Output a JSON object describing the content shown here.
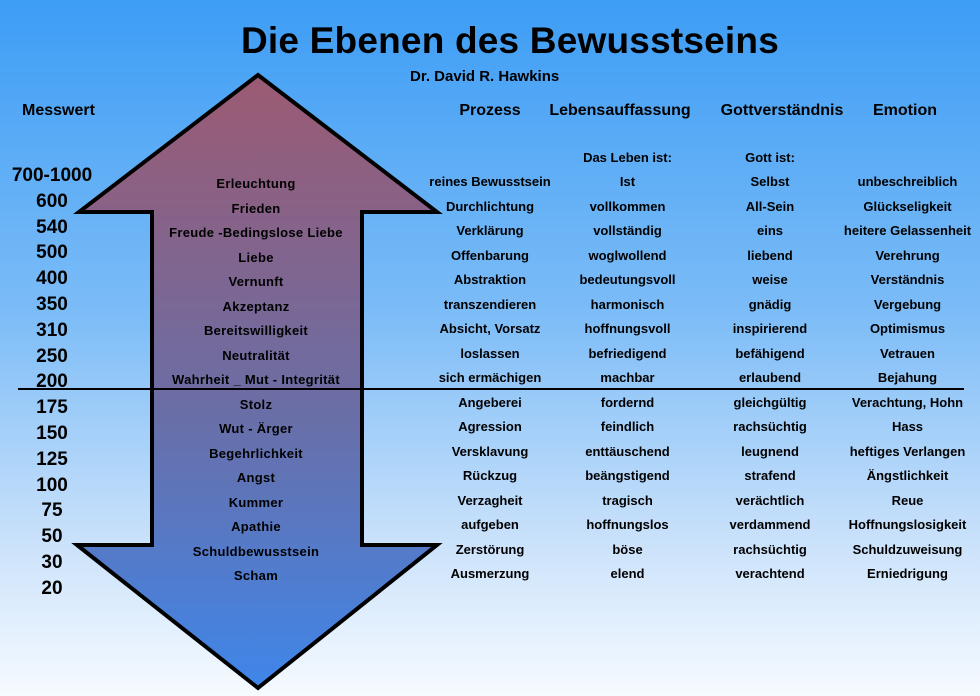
{
  "title": "Die Ebenen des Bewusstseins",
  "author": "Dr. David R. Hawkins",
  "headers": {
    "messwert": "Messwert",
    "prozess": "Prozess",
    "lebensauffassung": "Lebensauffassung",
    "gottverstaendnis": "Gottverständnis",
    "emotion": "Emotion"
  },
  "subheaders": {
    "leben": "Das Leben ist:",
    "gott": "Gott ist:"
  },
  "messwerte": [
    "700-1000",
    "600",
    "540",
    "500",
    "400",
    "350",
    "310",
    "250",
    "200",
    "175",
    "150",
    "125",
    "100",
    "75",
    "50",
    "30",
    "20"
  ],
  "levels": [
    "Erleuchtung",
    "Frieden",
    "Freude -Bedingslose Liebe",
    "Liebe",
    "Vernunft",
    "Akzeptanz",
    "Bereitswilligkeit",
    "Neutralität",
    "Wahrheit _ Mut - Integrität",
    "Stolz",
    "Wut - Ärger",
    "Begehrlichkeit",
    "Angst",
    "Kummer",
    "Apathie",
    "Schuldbewusstsein",
    "Scham"
  ],
  "rows": [
    {
      "prozess": "reines Bewusstsein",
      "leben": "Ist",
      "gott": "Selbst",
      "emotion": "unbeschreiblich"
    },
    {
      "prozess": "Durchlichtung",
      "leben": "vollkommen",
      "gott": "All-Sein",
      "emotion": "Glückseligkeit"
    },
    {
      "prozess": "Verklärung",
      "leben": "vollständig",
      "gott": "eins",
      "emotion": "heitere Gelassenheit"
    },
    {
      "prozess": "Offenbarung",
      "leben": "woglwollend",
      "gott": "liebend",
      "emotion": "Verehrung"
    },
    {
      "prozess": "Abstraktion",
      "leben": "bedeutungsvoll",
      "gott": "weise",
      "emotion": "Verständnis"
    },
    {
      "prozess": "transzendieren",
      "leben": "harmonisch",
      "gott": "gnädig",
      "emotion": "Vergebung"
    },
    {
      "prozess": "Absicht, Vorsatz",
      "leben": "hoffnungsvoll",
      "gott": "inspirierend",
      "emotion": "Optimismus"
    },
    {
      "prozess": "loslassen",
      "leben": "befriedigend",
      "gott": "befähigend",
      "emotion": "Vetrauen"
    },
    {
      "prozess": "sich ermächigen",
      "leben": "machbar",
      "gott": "erlaubend",
      "emotion": "Bejahung"
    },
    {
      "prozess": "Angeberei",
      "leben": "fordernd",
      "gott": "gleichgültig",
      "emotion": "Verachtung, Hohn"
    },
    {
      "prozess": "Agression",
      "leben": "feindlich",
      "gott": "rachsüchtig",
      "emotion": "Hass"
    },
    {
      "prozess": "Versklavung",
      "leben": "enttäuschend",
      "gott": "leugnend",
      "emotion": "heftiges Verlangen"
    },
    {
      "prozess": "Rückzug",
      "leben": "beängstigend",
      "gott": "strafend",
      "emotion": "Ängstlichkeit"
    },
    {
      "prozess": "Verzagheit",
      "leben": "tragisch",
      "gott": "verächtlich",
      "emotion": "Reue"
    },
    {
      "prozess": "aufgeben",
      "leben": "hoffnungslos",
      "gott": "verdammend",
      "emotion": "Hoffnungslosigkeit"
    },
    {
      "prozess": "Zerstörung",
      "leben": "böse",
      "gott": "rachsüchtig",
      "emotion": "Schuldzuweisung"
    },
    {
      "prozess": "Ausmerzung",
      "leben": "elend",
      "gott": "verachtend",
      "emotion": "Erniedrigung"
    }
  ],
  "colors": {
    "arrow_top": "#9c5a72",
    "arrow_bottom": "#3f86ea",
    "outline": "#000000"
  }
}
